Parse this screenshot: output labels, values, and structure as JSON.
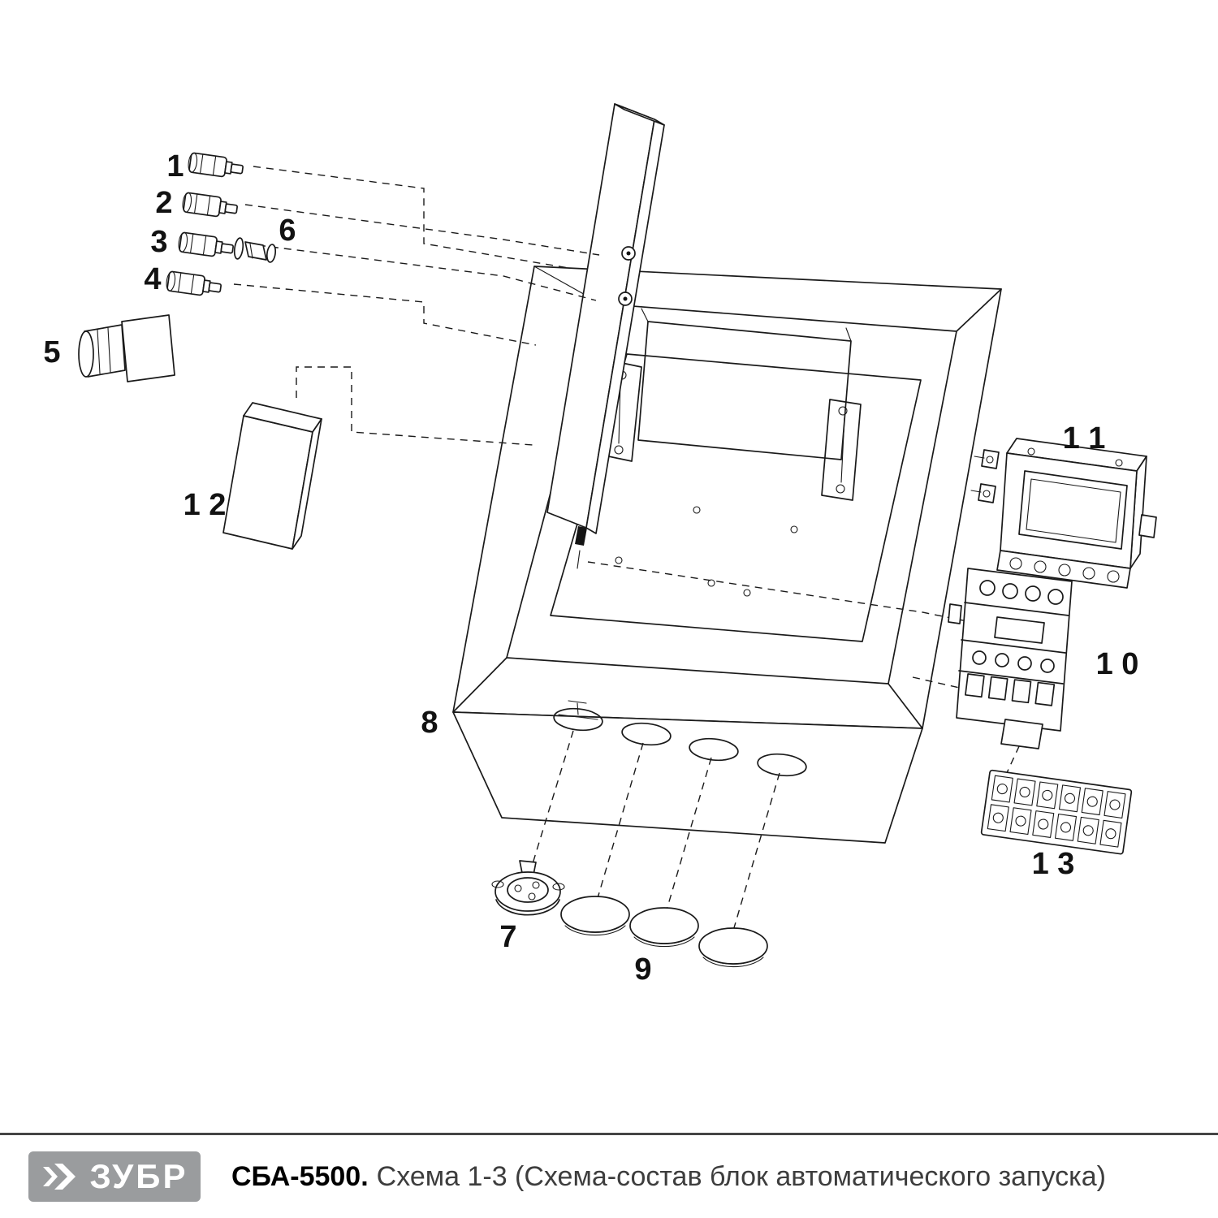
{
  "footer": {
    "brand": "ЗУБР",
    "model": "СБА-5500.",
    "caption": "Схема 1-3 (Схема-состав блок автоматического запуска)"
  },
  "parts": {
    "p1": "1",
    "p2": "2",
    "p3": "3",
    "p4": "4",
    "p5": "5",
    "p6": "6",
    "p7": "7",
    "p8": "8",
    "p9": "9",
    "p10": "1 0",
    "p11": "1 1",
    "p12": "1 2",
    "p13": "1 3"
  },
  "colors": {
    "line": "#1a1a1a",
    "logo_bg": "#9a9c9e",
    "footer_rule": "#454545",
    "caption_text": "#3d3d3d"
  }
}
